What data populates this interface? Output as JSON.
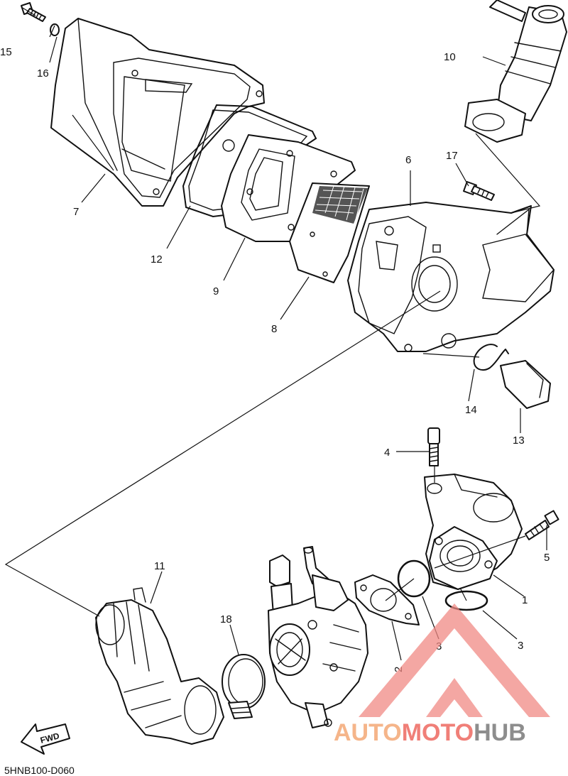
{
  "diagram_code": "5HNB100-D060",
  "fwd_label": "FWD",
  "watermark": {
    "segments": [
      {
        "text": "AUTO",
        "color": "#f5b58a"
      },
      {
        "text": "MOTO",
        "color": "#f07f78"
      },
      {
        "text": "HUB",
        "color": "#8d8d8d"
      }
    ],
    "logo_color": "#f08a84"
  },
  "callouts": [
    {
      "id": "15",
      "label": "15"
    },
    {
      "id": "16",
      "label": "16"
    },
    {
      "id": "7",
      "label": "7"
    },
    {
      "id": "12",
      "label": "12"
    },
    {
      "id": "9",
      "label": "9"
    },
    {
      "id": "8",
      "label": "8"
    },
    {
      "id": "6",
      "label": "6"
    },
    {
      "id": "10",
      "label": "10"
    },
    {
      "id": "17",
      "label": "17"
    },
    {
      "id": "14",
      "label": "14"
    },
    {
      "id": "13",
      "label": "13"
    },
    {
      "id": "4",
      "label": "4"
    },
    {
      "id": "5",
      "label": "5"
    },
    {
      "id": "1",
      "label": "1"
    },
    {
      "id": "3a",
      "label": "3"
    },
    {
      "id": "3b",
      "label": "3"
    },
    {
      "id": "2",
      "label": "2"
    },
    {
      "id": "11",
      "label": "11"
    },
    {
      "id": "18",
      "label": "18"
    }
  ]
}
